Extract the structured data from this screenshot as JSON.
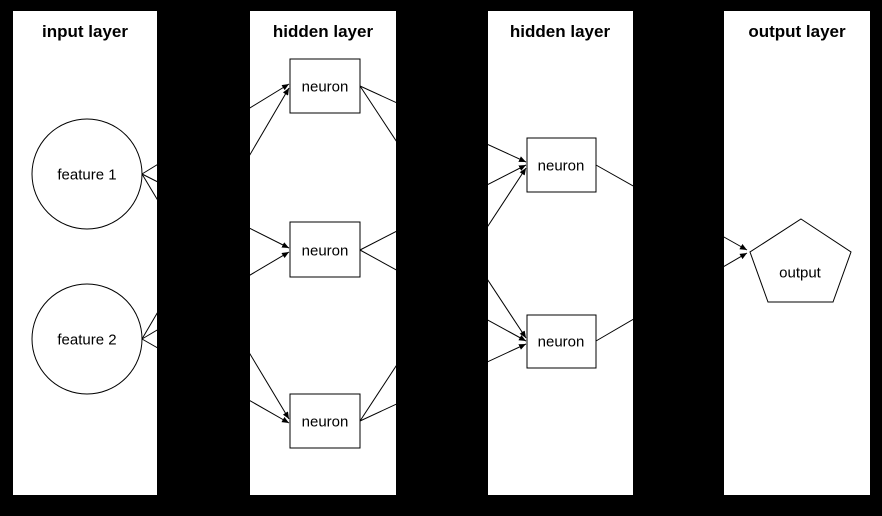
{
  "diagram": {
    "type": "neural-network-architecture",
    "colors": {
      "background": "#000000",
      "panel_fill": "#ffffff",
      "stroke": "#000000",
      "text": "#000000"
    },
    "layers": [
      {
        "title": "input layer",
        "nodes": [
          {
            "label": "feature 1",
            "shape": "circle"
          },
          {
            "label": "feature 2",
            "shape": "circle"
          }
        ]
      },
      {
        "title": "hidden layer",
        "nodes": [
          {
            "label": "neuron",
            "shape": "rect"
          },
          {
            "label": "neuron",
            "shape": "rect"
          },
          {
            "label": "neuron",
            "shape": "rect"
          }
        ]
      },
      {
        "title": "hidden layer",
        "nodes": [
          {
            "label": "neuron",
            "shape": "rect"
          },
          {
            "label": "neuron",
            "shape": "rect"
          }
        ]
      },
      {
        "title": "output layer",
        "nodes": [
          {
            "label": "output",
            "shape": "pentagon"
          }
        ]
      }
    ],
    "connections": [
      {
        "from": "input.feature-1",
        "to": "hidden1.neuron-1"
      },
      {
        "from": "input.feature-1",
        "to": "hidden1.neuron-2"
      },
      {
        "from": "input.feature-1",
        "to": "hidden1.neuron-3"
      },
      {
        "from": "input.feature-2",
        "to": "hidden1.neuron-1"
      },
      {
        "from": "input.feature-2",
        "to": "hidden1.neuron-2"
      },
      {
        "from": "input.feature-2",
        "to": "hidden1.neuron-3"
      },
      {
        "from": "hidden1.neuron-1",
        "to": "hidden2.neuron-1"
      },
      {
        "from": "hidden1.neuron-1",
        "to": "hidden2.neuron-2"
      },
      {
        "from": "hidden1.neuron-2",
        "to": "hidden2.neuron-1"
      },
      {
        "from": "hidden1.neuron-2",
        "to": "hidden2.neuron-2"
      },
      {
        "from": "hidden1.neuron-3",
        "to": "hidden2.neuron-1"
      },
      {
        "from": "hidden1.neuron-3",
        "to": "hidden2.neuron-2"
      },
      {
        "from": "hidden2.neuron-1",
        "to": "output.output"
      },
      {
        "from": "hidden2.neuron-2",
        "to": "output.output"
      }
    ]
  }
}
